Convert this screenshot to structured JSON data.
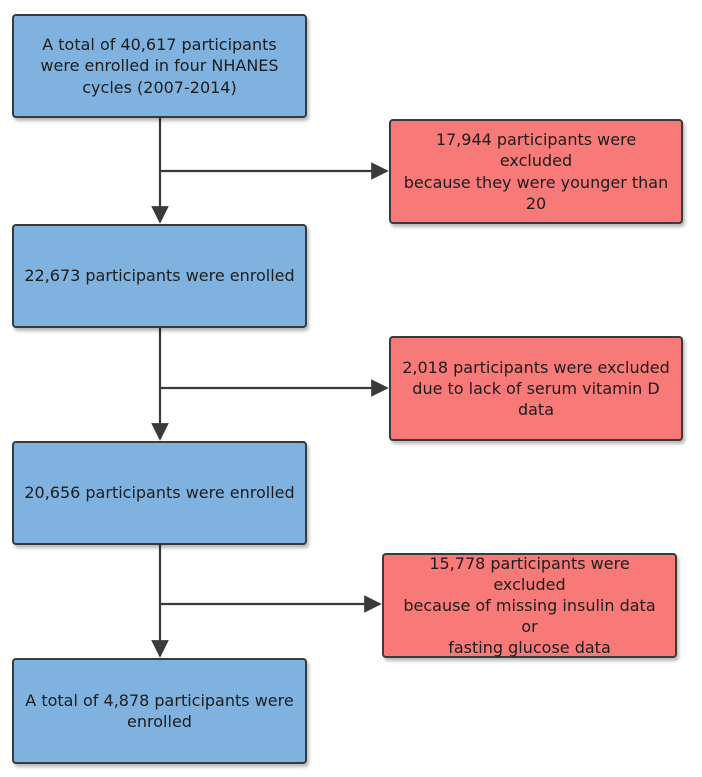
{
  "flowchart": {
    "enrollment_steps": [
      {
        "label": "A total of 40,617 participants\nwere enrolled in four NHANES\ncycles (2007-2014)"
      },
      {
        "label": "22,673 participants were enrolled"
      },
      {
        "label": "20,656 participants were enrolled"
      },
      {
        "label": "A total of 4,878 participants were\nenrolled"
      }
    ],
    "exclusions": [
      {
        "label": "17,944 participants were excluded\nbecause they were younger than\n20"
      },
      {
        "label": "2,018 participants were excluded\ndue to lack of serum vitamin D\ndata"
      },
      {
        "label": "15,778 participants were excluded\nbecause of missing insulin data or\nfasting glucose data"
      }
    ]
  },
  "colors": {
    "enrollment_fill": "#7fb2de",
    "exclusion_fill": "#f77a78",
    "border": "#3a3a3a",
    "connector": "#3a3a3a"
  }
}
